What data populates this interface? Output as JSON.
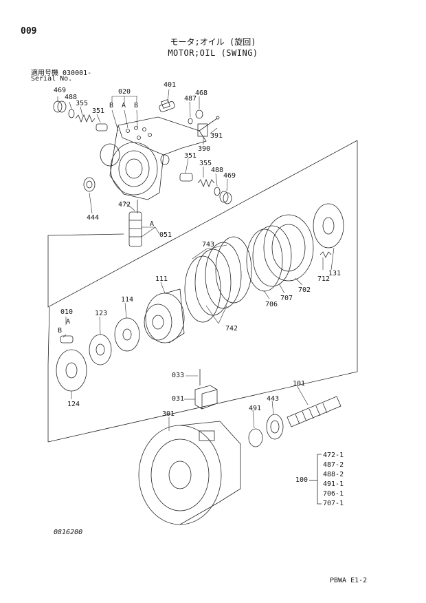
{
  "header": {
    "page_code": "009",
    "title_jp": "モータ;オイル (旋回)",
    "title_en": "MOTOR;OIL (SWING)",
    "serial_label_jp": "適用号機  030001-",
    "serial_label_en": "Serial No."
  },
  "parts": {
    "p469a": "469",
    "p488a": "488",
    "p355a": "355",
    "p351a": "351",
    "p020": "020",
    "p020_b1": "B",
    "p020_a": "A",
    "p020_b2": "B",
    "p401": "401",
    "p487": "487",
    "p468": "468",
    "p391": "391",
    "p390": "390",
    "p351b": "351",
    "p355b": "355",
    "p488b": "488",
    "p469b": "469",
    "p444": "444",
    "p472": "472",
    "p051": "051",
    "p051_a": "A",
    "p743": "743",
    "p131": "131",
    "p712": "712",
    "p702": "702",
    "p707": "707",
    "p706": "706",
    "p742": "742",
    "p111": "111",
    "p114": "114",
    "p123": "123",
    "p010": "010",
    "p010_a": "A",
    "p010_b": "B",
    "p124": "124",
    "p033": "033",
    "p031": "031",
    "p101": "101",
    "p443": "443",
    "p491": "491",
    "p301": "301",
    "p100": "100"
  },
  "kit_list": [
    "472-1",
    "487-2",
    "488-2",
    "491-1",
    "706-1",
    "707-1"
  ],
  "footer": {
    "drawing_no": "0816200",
    "page_ref": "PBWA E1-2"
  }
}
